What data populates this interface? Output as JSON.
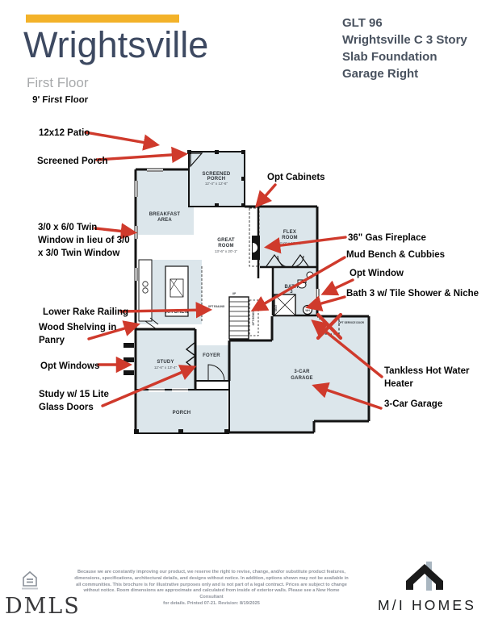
{
  "header": {
    "title": "Wrightsville",
    "subtitle": "First Floor",
    "floor_note": "9' First Floor",
    "spec_lines": [
      "GLT 96",
      "Wrightsville C 3 Story",
      "Slab Foundation",
      "Garage Right"
    ]
  },
  "plan": {
    "rooms": {
      "screened1": "SCREENED",
      "screened2": "PORCH",
      "screened_dims": "12'-4\" x 12'-6\"",
      "breakfast1": "BREAKFAST",
      "breakfast2": "AREA",
      "great1": "GREAT",
      "great2": "ROOM",
      "great_dims": "13'-6\" x 20'-1\"",
      "flex1": "FLEX",
      "flex2": "ROOM",
      "flex_dims": "12'-0\" x 12'-11\"",
      "kitchen": "KITCHEN",
      "study": "STUDY",
      "study_dims": "12'-6\" x 13'-4\"",
      "foyer": "FOYER",
      "bath1": "BATH",
      "bath2": "3",
      "garage1": "3-CAR",
      "garage2": "GARAGE",
      "porch": "PORCH",
      "up": "UP",
      "opt_railing": "OPT RAILING",
      "opt_bench": "OPT BENCH",
      "seat": "SEAT",
      "wh": "WH",
      "service_door": "OPT SERVICE DOOR"
    },
    "annotations": {
      "patio": "12x12 Patio",
      "screened_porch": "Screened Porch",
      "twin1": "3/0 x 6/0 Twin",
      "twin2": "Window in lieu of 3/0",
      "twin3": "x 3/0 Twin Window",
      "rake": "Lower Rake Railing",
      "shelf1": "Wood Shelving in",
      "shelf2": "Panry",
      "optwins": "Opt Windows",
      "study1": "Study w/ 15 Lite",
      "study2": "Glass Doors",
      "cabinets": "Opt Cabinets",
      "fireplace": "36\" Gas Fireplace",
      "mudbench": "Mud Bench & Cubbies",
      "optwindow": "Opt Window",
      "bath3": "Bath 3 w/ Tile Shower & Niche",
      "tankless1": "Tankless Hot Water",
      "tankless2": "Heater",
      "garage": "3-Car Garage"
    }
  },
  "footer": {
    "disclaimer_lines": [
      "Because we are constantly improving our product, we reserve the right to revise, change, and/or substitute product features,",
      "dimensions, specifications, architectural details, and designs without notice. In addition, options shown may not be available in",
      "all communities. This brochure is for illustrative purposes only and is not part of a legal contract. Prices are subject to change",
      "without notice. Room dimensions are approximate and calculated from inside of exterior walls. Please see a New Home Consultant",
      "for details. Printed 07-21. Revision: 8/19/2025"
    ],
    "dmls": "DMLS",
    "mi_homes": "M/I HOMES"
  },
  "colors": {
    "accent_yellow": "#f3b229",
    "title_navy": "#3d4961",
    "annotation_red": "#cf3a2c",
    "room_fill": "#dce6eb"
  }
}
